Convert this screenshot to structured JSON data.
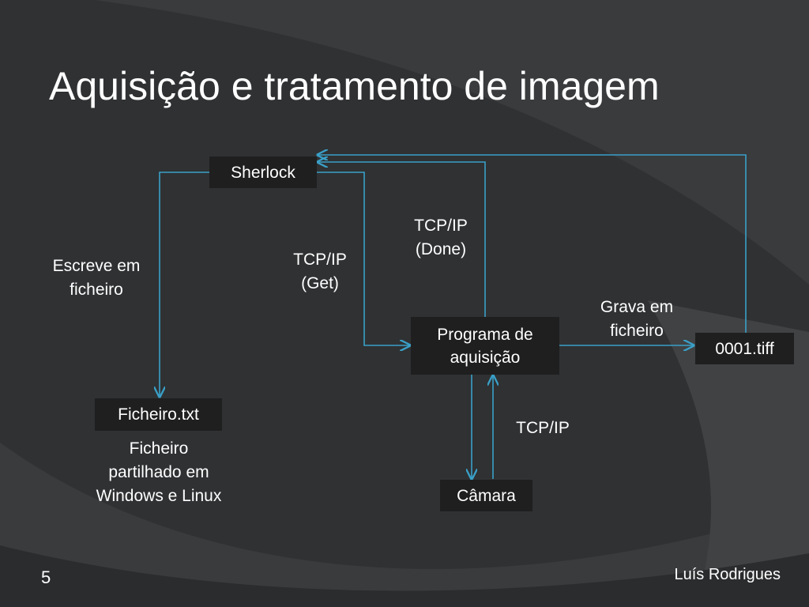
{
  "slide": {
    "title": "Aquisição e tratamento de imagem",
    "page_number": "5",
    "author": "Luís Rodrigues"
  },
  "nodes": {
    "sherlock": "Sherlock",
    "programa": [
      "Programa de",
      "aquisição"
    ],
    "tiff": "0001.tiff",
    "ficheiro_txt": "Ficheiro.txt",
    "camara": "Câmara"
  },
  "labels": {
    "escreve": [
      "Escreve em",
      "ficheiro"
    ],
    "tcp_get": [
      "TCP/IP",
      "(Get)"
    ],
    "tcp_done": [
      "TCP/IP",
      "(Done)"
    ],
    "grava": [
      "Grava em",
      "ficheiro"
    ],
    "tcp_camera": "TCP/IP",
    "partilhado": [
      "Ficheiro",
      "partilhado em",
      "Windows e Linux"
    ]
  },
  "colors": {
    "background": "#2f3133",
    "box": "#1f1f1f",
    "connector": "#3aa0c8"
  }
}
